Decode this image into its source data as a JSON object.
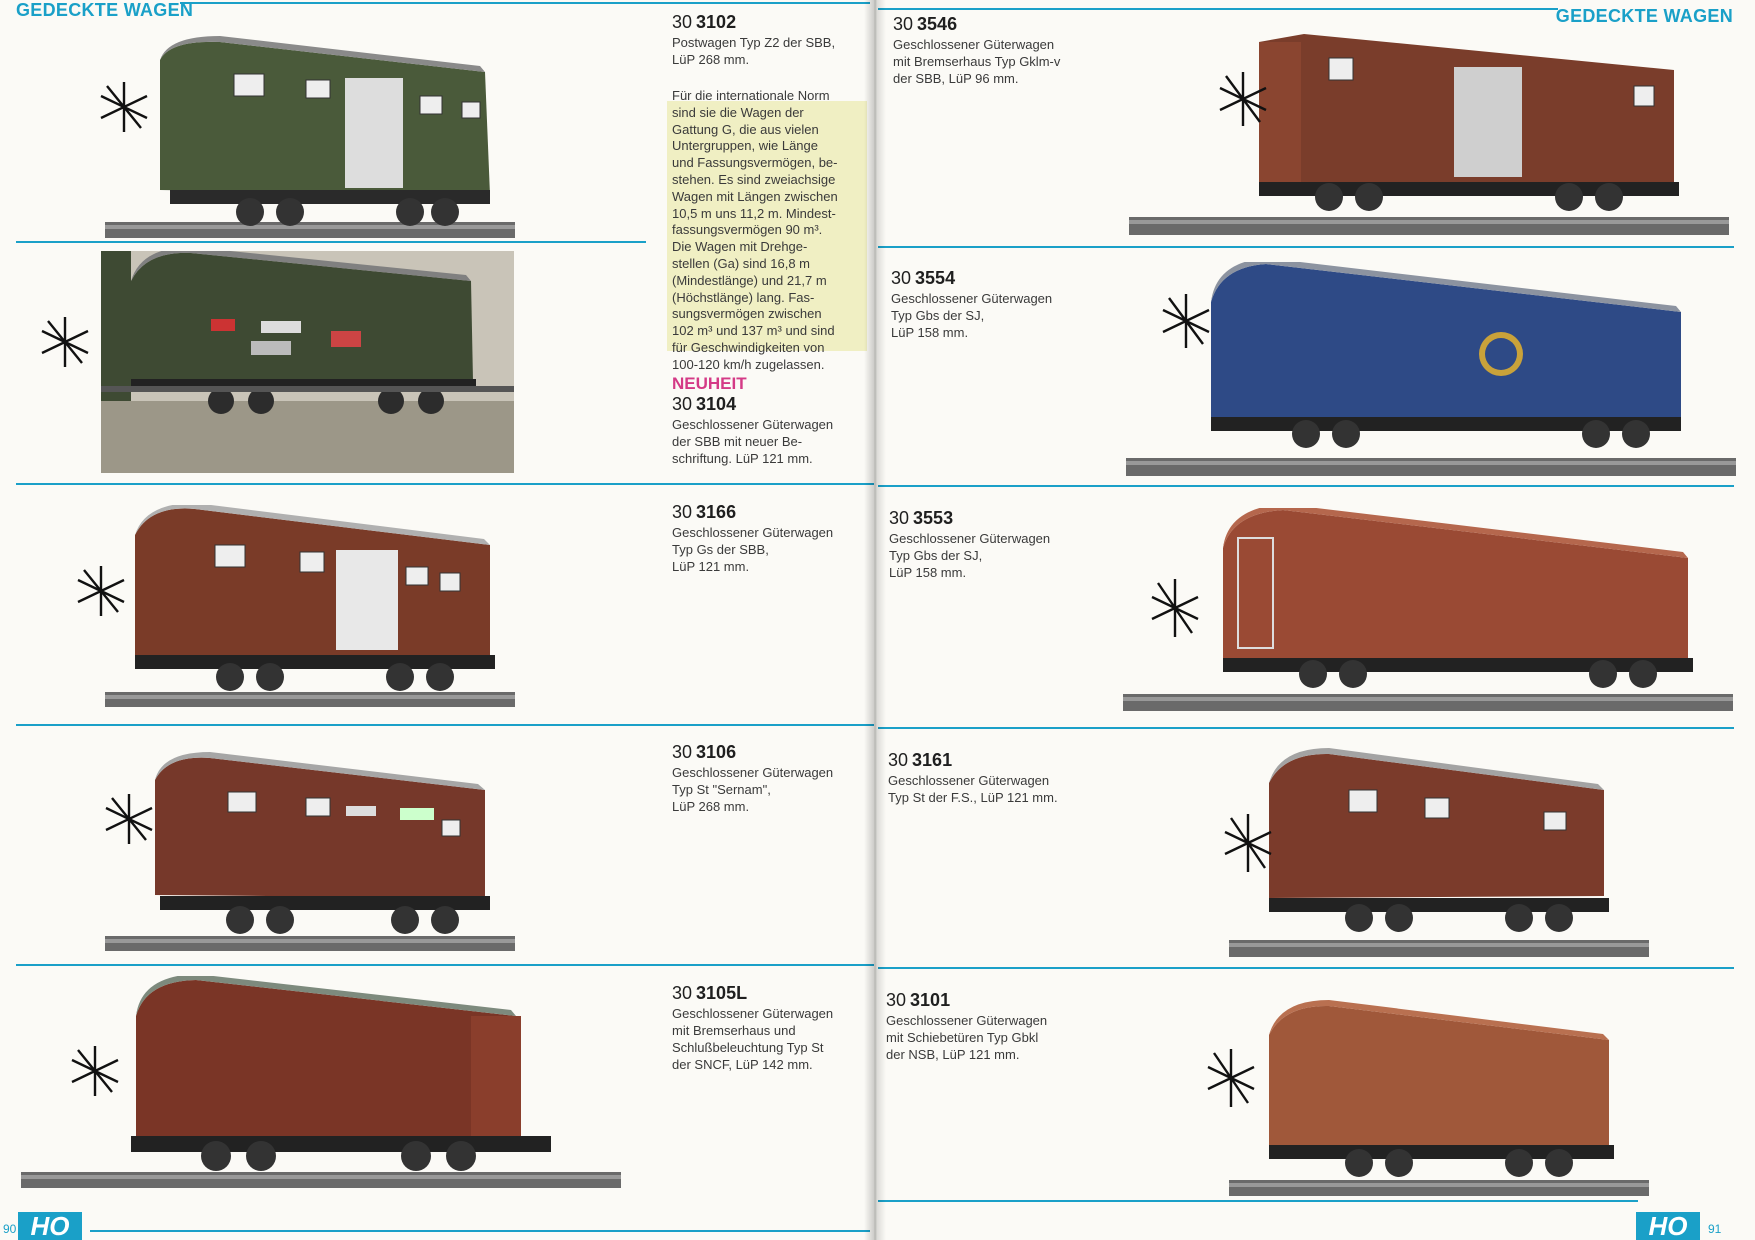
{
  "left_page": {
    "section_title": "GEDECKTE WAGEN",
    "page_number": "90",
    "footer_label": "HO",
    "items": [
      {
        "prefix": "30",
        "main": "3102",
        "desc": "Postwagen Typ Z2 der SBB,\nLüP 268 mm.",
        "color": "#4a5a3a"
      },
      {
        "prefix": "30",
        "main": "3104",
        "desc": "Geschlossener Güterwagen\nder SBB mit neuer Be-\nschriftung. LüP 121 mm.",
        "badge": "NEUHEIT",
        "color": "#3e4a33"
      },
      {
        "prefix": "30",
        "main": "3166",
        "desc": "Geschlossener Güterwagen\nTyp Gs der SBB,\nLüP 121 mm.",
        "color": "#7a3b28"
      },
      {
        "prefix": "30",
        "main": "3106",
        "desc": "Geschlossener Güterwagen\nTyp St \"Sernam\",\nLüP 268 mm.",
        "color": "#76382a"
      },
      {
        "prefix": "30",
        "main": "3105L",
        "desc": "Geschlossener Güterwagen\nmit Bremserhaus und\nSchlußbeleuchtung Typ St\nder SNCF, LüP 142 mm.",
        "color": "#7a3526"
      }
    ],
    "info_text": "Für die internationale Norm\nsind sie die Wagen der\nGattung G, die aus vielen\nUntergruppen, wie Länge\nund Fassungsvermögen, be-\nstehen. Es sind zweiachsige\nWagen mit Längen zwischen\n10,5 m uns 11,2 m. Mindest-\nfassungsvermögen 90 m³.\nDie Wagen mit Drehge-\nstellen (Ga) sind 16,8 m\n(Mindestlänge) und 21,7 m\n(Höchstlänge) lang. Fas-\nsungsvermögen zwischen\n102 m³ und 137 m³ und sind\nfür Geschwindigkeiten von\n100-120 km/h zugelassen."
  },
  "right_page": {
    "section_title": "GEDECKTE WAGEN",
    "page_number": "91",
    "footer_label": "HO",
    "items": [
      {
        "prefix": "30",
        "main": "3546",
        "desc": "Geschlossener Güterwagen\nmit Bremserhaus Typ Gklm-v\nder SBB, LüP 96 mm.",
        "color": "#7a3d2b"
      },
      {
        "prefix": "30",
        "main": "3554",
        "desc": "Geschlossener Güterwagen\nTyp Gbs der SJ,\nLüP 158 mm.",
        "color": "#2e4a86"
      },
      {
        "prefix": "30",
        "main": "3553",
        "desc": "Geschlossener Güterwagen\nTyp Gbs der SJ,\nLüP 158 mm.",
        "color": "#9a4a34"
      },
      {
        "prefix": "30",
        "main": "3161",
        "desc": "Geschlossener Güterwagen\nTyp St der F.S., LüP 121 mm.",
        "color": "#7b3b2b"
      },
      {
        "prefix": "30",
        "main": "3101",
        "desc": "Geschlossener Güterwagen\nmit Schiebetüren Typ Gbkl\nder NSB, LüP 121 mm.",
        "color": "#a0583a"
      }
    ]
  },
  "colors": {
    "accent": "#1aa0c8",
    "badge": "#d43a86",
    "highlight": "#ecebb1"
  }
}
